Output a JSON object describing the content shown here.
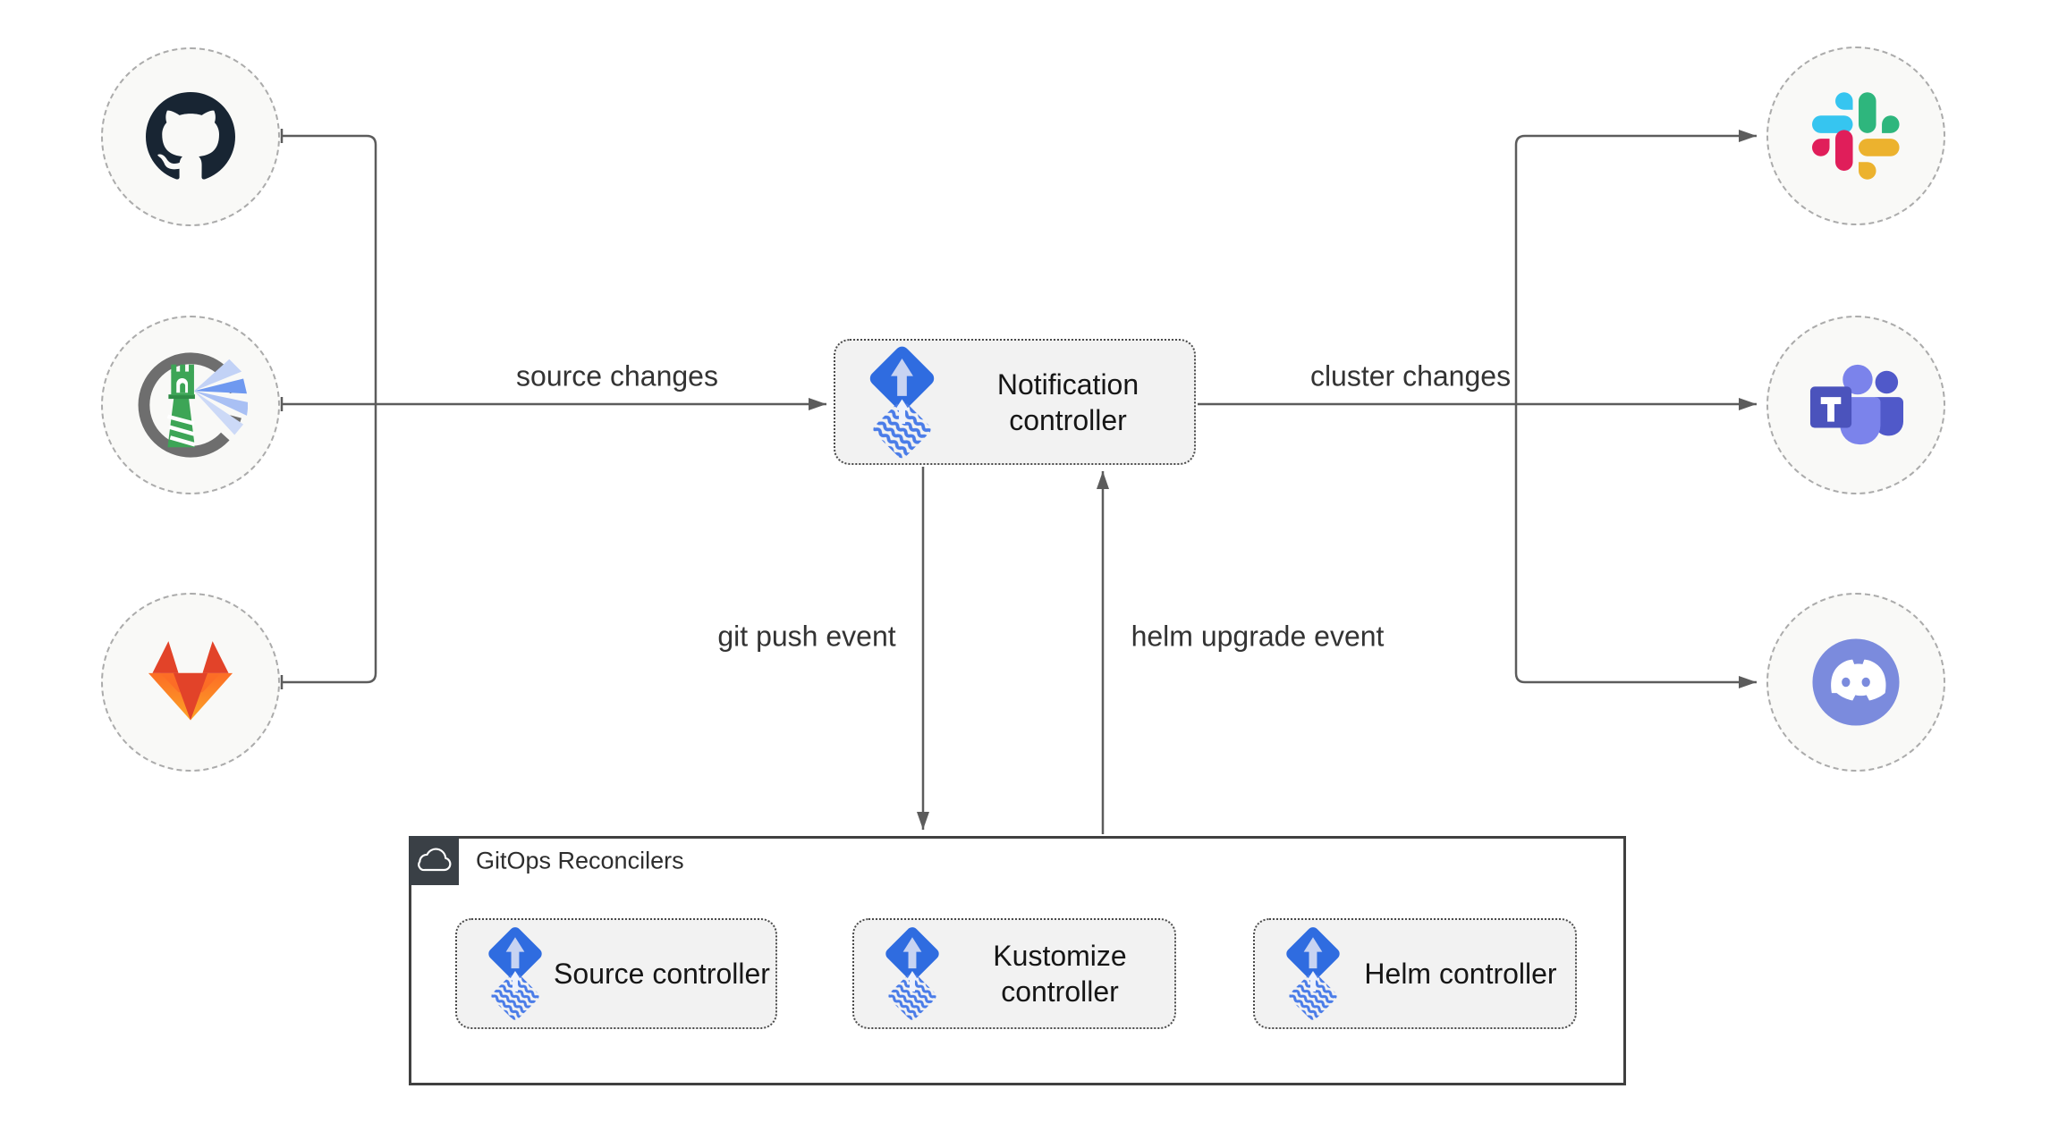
{
  "diagram": {
    "labels": {
      "source_changes": "source changes",
      "cluster_changes": "cluster changes",
      "git_push_event": "git push event",
      "helm_upgrade_event": "helm upgrade event"
    },
    "notification": {
      "label": "Notification controller"
    },
    "reconcilers": {
      "title": "GitOps Reconcilers",
      "items": [
        {
          "label": "Source controller"
        },
        {
          "label": "Kustomize controller"
        },
        {
          "label": "Helm controller"
        }
      ]
    },
    "sources": [
      {
        "icon": "github"
      },
      {
        "icon": "harbor-lighthouse"
      },
      {
        "icon": "gitlab"
      }
    ],
    "notifiers": [
      {
        "icon": "slack"
      },
      {
        "icon": "microsoft-teams"
      },
      {
        "icon": "discord"
      }
    ],
    "colors": {
      "flux_blue": "#2f6ce0",
      "flux_light": "#c7d3f2",
      "line": "#5c5c5c",
      "node_fill": "#f2f2f2",
      "circle_fill": "#f9f9f7",
      "group_badge": "#3a4046",
      "github": "#182533",
      "harbor_green": "#3da556",
      "harbor_beam": "#6f99f0",
      "gitlab_red": "#e24329",
      "gitlab_orange": "#fc6d26",
      "gitlab_yellow": "#fca326",
      "slack": [
        "#36C5F0",
        "#2EB67D",
        "#ECB22E",
        "#E01E5A"
      ],
      "teams_dark": "#4B53BC",
      "teams_mid": "#5059C9",
      "teams_light": "#7B83EB",
      "discord_blurple": "#7b8bdd"
    }
  }
}
